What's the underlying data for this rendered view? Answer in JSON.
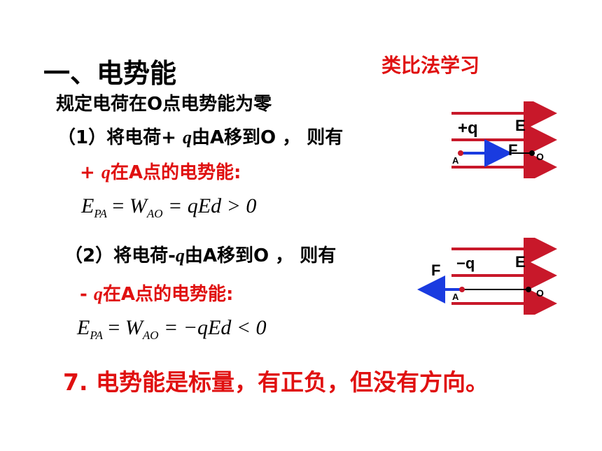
{
  "title": "一、电势能",
  "analogy": "类比法学习",
  "intro": "规定电荷在O点电势能为零",
  "case1": {
    "heading_pre": "（1）将电荷+ ",
    "heading_q": "q",
    "heading_post": "由A移到O ， 则有",
    "sub_pre": "+ ",
    "sub_q": "q",
    "sub_post": "在A点的电势能:",
    "eq_E": "E",
    "eq_E_sub": "PA",
    "eq_eq1": " = ",
    "eq_W": "W",
    "eq_W_sub": "AO",
    "eq_rest": " = qEd > 0"
  },
  "case2": {
    "heading_pre": "（2）将电荷-",
    "heading_q": "q",
    "heading_post": "由A移到O ， 则有",
    "sub_pre": "- ",
    "sub_q": "q",
    "sub_post": "在A点的电势能:",
    "eq_E": "E",
    "eq_E_sub": "PA",
    "eq_eq1": " = ",
    "eq_W": "W",
    "eq_W_sub": "AO",
    "eq_rest": " = −qEd < 0"
  },
  "diagram1": {
    "charge": "+q",
    "field": "E",
    "force": "F",
    "point_a": "A",
    "point_o": "O"
  },
  "diagram2": {
    "charge": "−q",
    "field": "E",
    "force": "F",
    "point_a": "A",
    "point_o": "O"
  },
  "conclusion": "7. 电势能是标量，有正负，但没有方向。",
  "colors": {
    "red": "#e01010",
    "blue": "#1a3be0",
    "field_line": "#c8182a"
  }
}
